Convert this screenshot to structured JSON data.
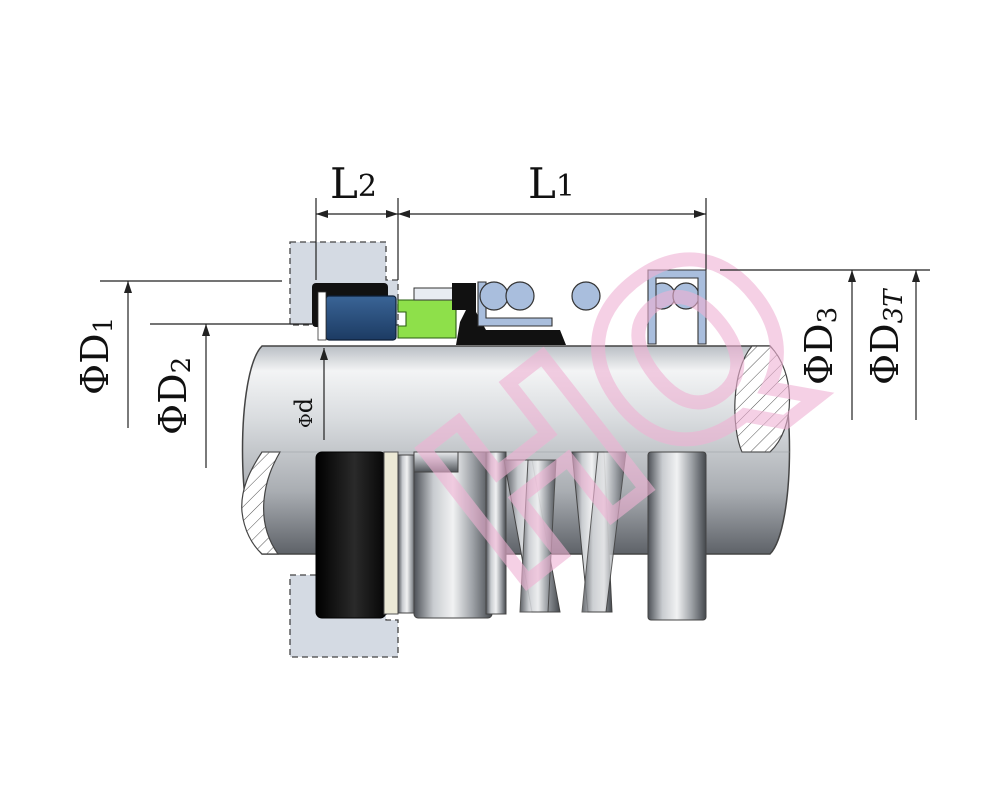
{
  "dimensions": {
    "L1": {
      "main": "L",
      "sub": "1"
    },
    "L2": {
      "main": "L",
      "sub": "2"
    },
    "D1": {
      "phi": "Φ",
      "main": "D",
      "sub": "1"
    },
    "D2": {
      "phi": "Φ",
      "main": "D",
      "sub": "2"
    },
    "D3": {
      "phi": "Φ",
      "main": "D",
      "sub": "3"
    },
    "D3T": {
      "phi": "Φ",
      "main": "D",
      "sub": "3T"
    },
    "d": {
      "phi": "Φ",
      "main": "d"
    }
  },
  "watermark": "HQ",
  "colors": {
    "shaft_light": "#e6e8ea",
    "shaft_dark": "#6d7177",
    "gland": "#d4dae3",
    "seat_blue": "#264b7a",
    "ring_green": "#8ee04a",
    "spring_blue": "#a9bedd",
    "elastomer_black": "#111111",
    "watermark_pink": "#f0b2d4"
  }
}
